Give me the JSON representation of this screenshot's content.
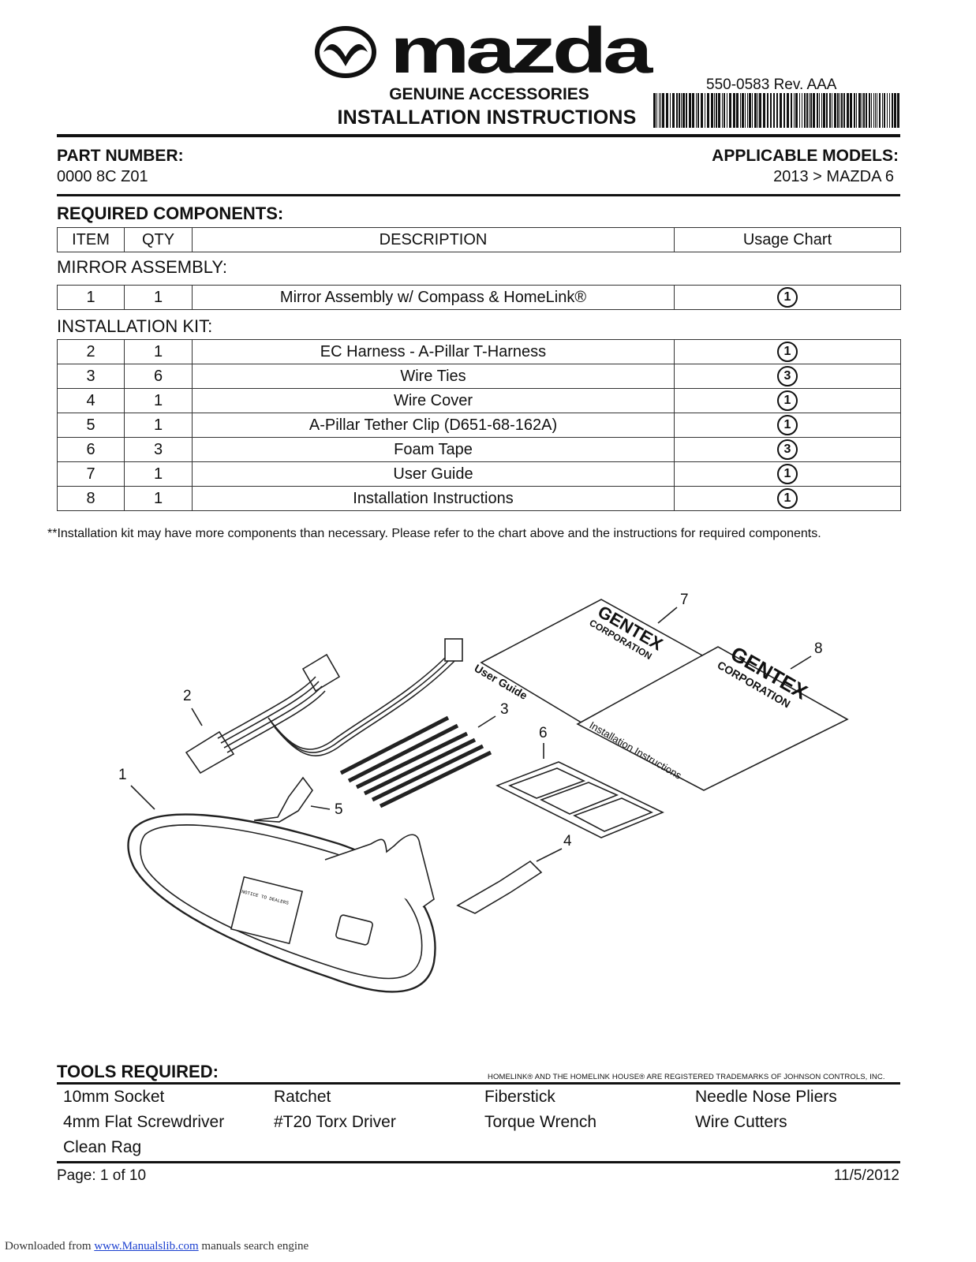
{
  "header": {
    "logo_text": "mazda",
    "line1": "GENUINE ACCESSORIES",
    "line2": "INSTALLATION INSTRUCTIONS",
    "doc_number": "550-0583 Rev. AAA"
  },
  "part": {
    "label": "PART NUMBER:",
    "value": "0000 8C Z01"
  },
  "models": {
    "label": "APPLICABLE MODELS:",
    "value": "2013 >  MAZDA 6"
  },
  "components": {
    "title": "REQUIRED COMPONENTS:",
    "headers": [
      "ITEM",
      "QTY",
      "DESCRIPTION",
      "Usage Chart"
    ],
    "mirror_section": "MIRROR ASSEMBLY:",
    "mirror_rows": [
      {
        "item": "1",
        "qty": "1",
        "desc": "Mirror Assembly w/ Compass & HomeLink®",
        "usage": "1"
      }
    ],
    "kit_section": "INSTALLATION KIT:",
    "kit_rows": [
      {
        "item": "2",
        "qty": "1",
        "desc": "EC Harness - A-Pillar T-Harness",
        "usage": "1"
      },
      {
        "item": "3",
        "qty": "6",
        "desc": "Wire Ties",
        "usage": "3"
      },
      {
        "item": "4",
        "qty": "1",
        "desc": "Wire Cover",
        "usage": "1"
      },
      {
        "item": "5",
        "qty": "1",
        "desc": "A-Pillar Tether Clip (D651-68-162A)",
        "usage": "1"
      },
      {
        "item": "6",
        "qty": "3",
        "desc": "Foam Tape",
        "usage": "3"
      },
      {
        "item": "7",
        "qty": "1",
        "desc": "User Guide",
        "usage": "1"
      },
      {
        "item": "8",
        "qty": "1",
        "desc": "Installation Instructions",
        "usage": "1"
      }
    ],
    "note": "**Installation kit may have more components than necessary. Please refer to the chart above and the instructions for required components."
  },
  "illustration": {
    "callouts": [
      "1",
      "2",
      "3",
      "4",
      "5",
      "6",
      "7",
      "8"
    ],
    "booklet_brand": "GENTEX",
    "booklet_sub": "CORPORATION",
    "user_guide": "User Guide",
    "install_text": "Installation Instructions",
    "sticker_text": "NOTICE TO DEALERS"
  },
  "tools": {
    "title": "TOOLS REQUIRED:",
    "trademark": "HOMELINK® AND THE HOMELINK HOUSE® ARE REGISTERED TRADEMARKS OF JOHNSON CONTROLS, INC.",
    "rows": [
      [
        "10mm Socket",
        "Ratchet",
        "Fiberstick",
        "Needle Nose Pliers"
      ],
      [
        "4mm Flat Screwdriver",
        "#T20 Torx Driver",
        "Torque Wrench",
        "Wire Cutters"
      ],
      [
        "Clean Rag",
        "",
        "",
        ""
      ]
    ]
  },
  "footer": {
    "page": "Page: 1 of 10",
    "date": "11/5/2012"
  },
  "download": {
    "prefix": "Downloaded from ",
    "link": "www.Manualslib.com",
    "suffix": " manuals search engine"
  }
}
